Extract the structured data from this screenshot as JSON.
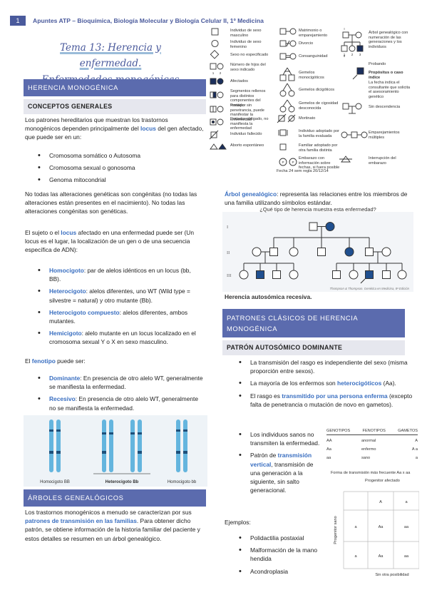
{
  "header": {
    "page_number": "1",
    "course": "Apuntes ATP – Bioquímica, Biología Molecular y Biología Celular II, 1º Medicina"
  },
  "title": {
    "line1": "Tema 13: Herencia y enfermedad.",
    "line2": "Enfermedades monogénicas"
  },
  "s1": {
    "band": "HERENCIA MONOGÉNICA",
    "sub": "CONCEPTOS GENERALES",
    "p1_a": "Los patrones hereditarios que muestran los trastornos monogénicos dependen principalmente del ",
    "p1_hl": "locus",
    "p1_b": " del gen afectado, que puede ser en un:",
    "bullets1": [
      "Cromosoma somático o Autosoma",
      "Cromosoma sexual o gonosoma",
      "Genoma mitocondrial"
    ],
    "p2": "No todas las alteraciones genéticas son congénitas (no todas las alteraciones están presentes en el nacimiento). No todas las alteraciones congénitas son genéticas.",
    "p3_a": "El sujeto o el ",
    "p3_hl": "locus",
    "p3_b": " afectado en una enfermedad puede ser (Un locus es el lugar, la localización de un gen o de una secuencia específica de ADN):",
    "terms": [
      {
        "term": "Homocigoto",
        "text": ": par de alelos idénticos en un locus (bb, BB)."
      },
      {
        "term": "Heterocigoto",
        "text": ": alelos diferentes, uno WT (Wild type = silvestre = natural) y otro mutante (Bb)."
      },
      {
        "term": "Heterocigoto compuesto",
        "text": ": alelos diferentes, ambos mutantes."
      },
      {
        "term": "Hemicigoto",
        "text": ": alelo mutante en un locus localizado en el cromosoma sexual Y o X en sexo masculino."
      }
    ],
    "p4_a": "El ",
    "p4_hl": "fenotipo",
    "p4_b": " puede ser:",
    "phen": [
      {
        "term": "Dominante",
        "text": ": En presencia de otro alelo WT, generalmente se manifiesta la enfermedad."
      },
      {
        "term": "Recesivo",
        "text": ": En presencia de otro alelo WT, generalmente no se manifiesta la enfermedad."
      }
    ],
    "chrom_labels": [
      "Homocigoto BB",
      "Heterocigoto Bb",
      "Homocigoto bb"
    ]
  },
  "s2": {
    "band": "ÁRBOLES GENEALÓGICOS",
    "p_a": "Los trastornos monogénicos a menudo se caracterizan por sus ",
    "p_hl": "patrones de transmisión en las familias",
    "p_b": ". Para obtener dicho patrón, se obtiene información de la historia familiar del paciente y estos detalles se resumen en un árbol genealógico."
  },
  "legend": {
    "items": [
      "Individuo de sexo masculino",
      "Individuo de sexo femenino",
      "Sexo no especificado",
      "Número de hijos del sexo indicado",
      "Afectados",
      "Segmentos rellenos para distintos componentes del fenotipo",
      "Portador sin penetrancia, puede manifestar la enfermedad",
      "Portador obligado, no manifiesta la enfermedad",
      "Individuo fallecido",
      "Aborto espontáneo",
      "Matrimonio o emparejamiento",
      "Divorcio",
      "Consanguinidad",
      "Gemelos monocigóticos",
      "Gemelos dicigóticos",
      "Gemelos de cigosidad desconocida",
      "Mortinato",
      "Individuo adoptado por la familia evaluada",
      "Familiar adoptado por otra familia distinta",
      "Embarazo con información sobre fechas, si fuera posible",
      "Árbol genealógico con numeración de las generaciones y los individuos",
      "Probando",
      "Propósitus o caso índice",
      "La fecha indica el consultante que solicita el asesoramiento genético",
      "Sin descendencia",
      "Emparejamientos múltiples",
      "Interrupción del embarazo"
    ],
    "date_note": "Fecha 24 sem regla 20/12/14",
    "propositus_title": "Propósitus o caso índice"
  },
  "right": {
    "p_hl": "Árbol genealógico",
    "p_b": ": representa las relaciones entre los miembros de una familia utilizando símbolos estándar.",
    "question": "¿Qué tipo de herencia muestra esta enfermedad?",
    "gen_labels": [
      "I",
      "II",
      "III"
    ],
    "source": "Thompson & Thompson. Genética en Medicina, 8ª Edición",
    "caption": "Herencia autosómica recesiva.",
    "band": "PATRONES CLÁSICOS DE HERENCIA MONOGÉNICA",
    "sub": "PATRÓN AUTOSÓMICO DOMINANTE",
    "b1": "La transmisión del rasgo es independiente del sexo (misma proporción entre sexos).",
    "b2_a": "La mayoría de los enfermos son ",
    "b2_hl": "heterocigóticos",
    "b2_b": " (Aa).",
    "b3_a": "El rasgo es ",
    "b3_hl": "transmitido por una persona enferma",
    "b3_b": " (excepto falta de penetrancia o mutación de novo en gametos).",
    "b4": "Los individuos sanos no transmiten la enfermedad.",
    "b5_a": "Patrón de ",
    "b5_hl": "transmisión vertical",
    "b5_b": ", transmisión de una generación a la siguiente, sin salto generacional.",
    "ej": "Ejemplos:",
    "examples": [
      "Polidactilia postaxial",
      "Malformación de la mano hendida",
      "Acondroplasia"
    ],
    "geno_table": {
      "headers": [
        "GENOTIPOS",
        "FENOTIPOS",
        "GAMETOS"
      ],
      "rows": [
        [
          "AA",
          "anormal",
          "A"
        ],
        [
          "Aa",
          "enfermo",
          "A   a"
        ],
        [
          "aa",
          "sano",
          "a"
        ]
      ]
    },
    "punnett": {
      "title": "Forma de transmisión más frecuente Aa x aa",
      "top": "Progenitor afectado",
      "side": "Progenitor sano",
      "cols": [
        "A",
        "a"
      ],
      "rows": [
        "a",
        "a"
      ],
      "cells": [
        [
          "Aa",
          "aa"
        ],
        [
          "Aa",
          "aa"
        ]
      ],
      "bottom": "Sin otra posibilidad"
    }
  }
}
